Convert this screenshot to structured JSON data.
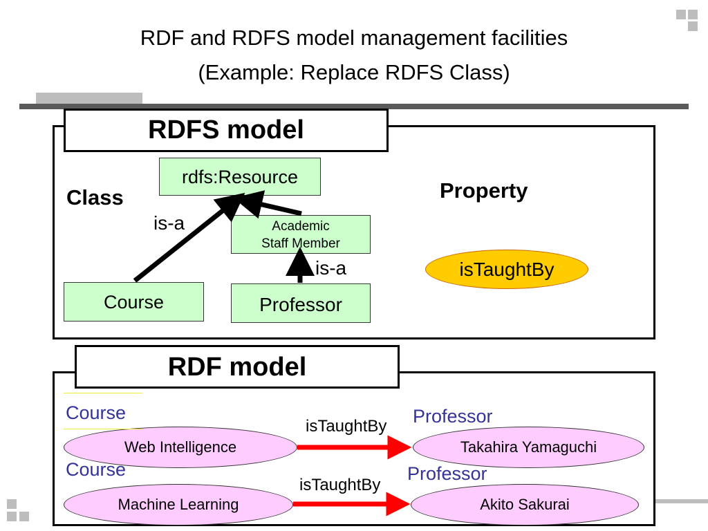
{
  "title": {
    "line1": "RDF and RDFS model management facilities",
    "line2": "(Example: Replace RDFS Class)"
  },
  "rdfs": {
    "header": "RDFS model",
    "class_label": "Class",
    "property_label": "Property",
    "nodes": {
      "resource": "rdfs:Resource",
      "academic_line1": "Academic",
      "academic_line2": "Staff Member",
      "course": "Course",
      "professor": "Professor"
    },
    "isa_left": "is-a",
    "isa_right": "is-a",
    "property": "isTaughtBy"
  },
  "rdf": {
    "header": "RDF model",
    "rows": [
      {
        "course_type": "Course",
        "course": "Web Intelligence",
        "predicate": "isTaughtBy",
        "professor_type": "Professor",
        "professor": "Takahira Yamaguchi"
      },
      {
        "course_type": "Course",
        "course": "Machine Learning",
        "predicate": "isTaughtBy",
        "professor_type": "Professor",
        "professor": "Akito Sakurai"
      }
    ]
  },
  "colors": {
    "class_fill": "#ccffcc",
    "instance_fill": "#ffccff",
    "property_fill": "#ffcc00",
    "predicate_arrow": "#ff0000",
    "type_text": "#333399"
  }
}
